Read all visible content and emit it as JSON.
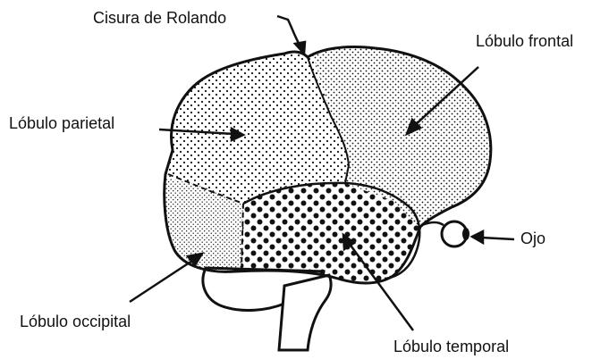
{
  "labels": {
    "rolando": "Cisura de Rolando",
    "frontal": "Lóbulo frontal",
    "parietal": "Lóbulo parietal",
    "occipital": "Lóbulo occipital",
    "temporal": "Lóbulo temporal",
    "ojo": "Ojo"
  },
  "colors": {
    "ink": "#111111",
    "background": "#ffffff"
  }
}
